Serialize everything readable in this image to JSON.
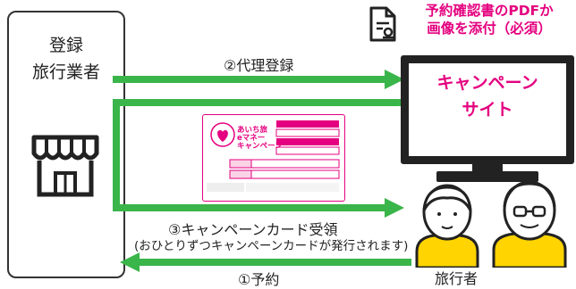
{
  "agency": {
    "label_line1": "登録",
    "label_line2": "旅行業者",
    "icon": "store-icon"
  },
  "site": {
    "label_line1": "キャンペーン",
    "label_line2": "サイト",
    "icon": "monitor-icon"
  },
  "pdf_note": {
    "line1": "予約確認書のPDFか",
    "line2": "画像を添付（必須）",
    "icon": "document-icon"
  },
  "traveler": {
    "label": "旅行者",
    "icon": "elderly-couple-icon"
  },
  "steps": {
    "proxy_registration": "②代理登録",
    "receive_card": "③キャンペーンカード受領",
    "receive_card_note": "(おひとりずつキャンペーンカードが発行されます)",
    "reservation": "①予約"
  },
  "card": {
    "logo_line1": "あいち旅",
    "logo_line2": "eマネー",
    "logo_line3": "キャンペーン"
  },
  "colors": {
    "arrow": "#3ab54a",
    "accent": "#e4007f",
    "outline": "#222222"
  }
}
